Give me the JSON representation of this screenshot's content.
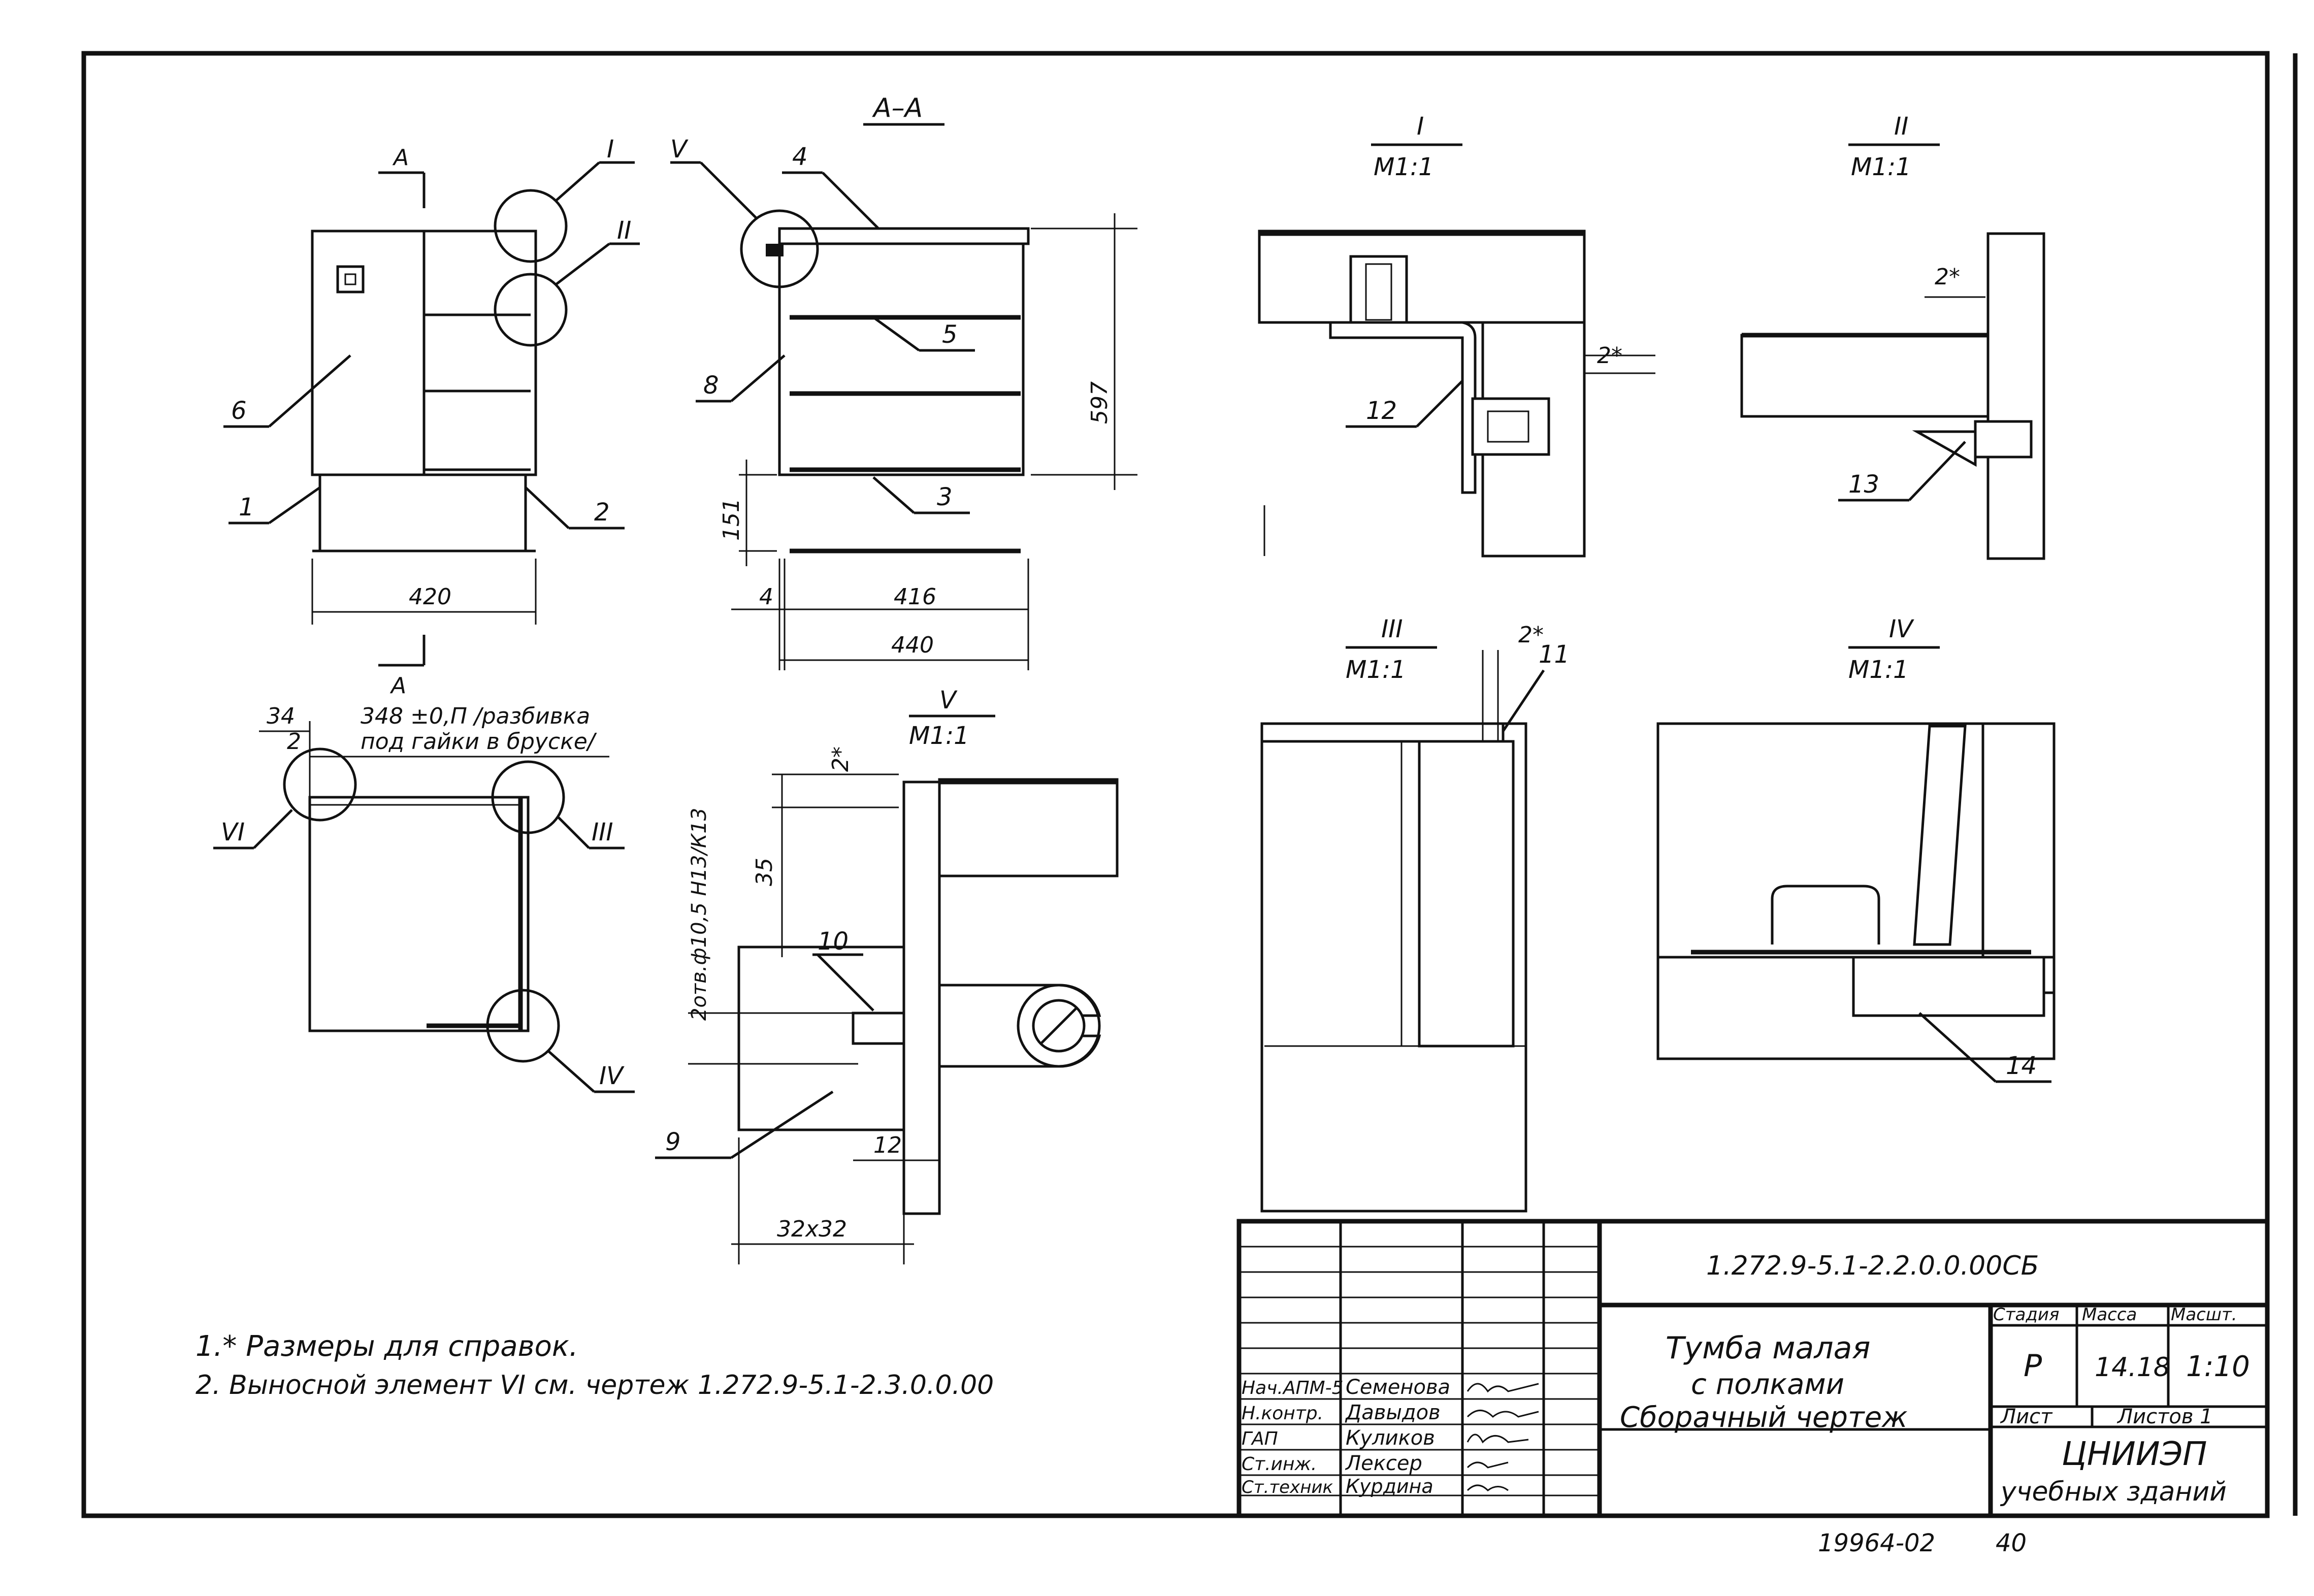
{
  "labels": {
    "section_aa": "А–А",
    "cut_mark": "А",
    "scale": "М1:1",
    "node_I": "I",
    "node_II": "II",
    "node_III": "III",
    "node_IV": "IV",
    "node_V": "V",
    "node_VI": "VI",
    "p1": "1",
    "p2": "2",
    "p3": "3",
    "p4": "4",
    "p5": "5",
    "p6": "6",
    "p8": "8",
    "p9": "9",
    "p10": "10",
    "p11": "11",
    "p12": "12",
    "p13": "13",
    "p14": "14"
  },
  "dimensions": {
    "d420": "420",
    "d416": "416",
    "d440": "440",
    "d4": "4",
    "d151": "151",
    "d597": "597",
    "d34": "34",
    "d2": "2",
    "d2star": "2*",
    "d35": "35",
    "d12": "12",
    "d32x32": "32x32",
    "holes_note": "348 ±0,П /разбивка",
    "holes_note2": "под гайки в бруске/",
    "holes_v": "2отв.ф10,5 Н13/К13"
  },
  "notes": {
    "n1": "1.* Размеры для справок.",
    "n2": "2. Выносной элемент VI см. чертеж 1.272.9-5.1-2.3.0.0.00"
  },
  "title_block": {
    "code": "1.272.9-5.1-2.2.0.0.00СБ",
    "name1": "Тумба малая",
    "name2": "с полками",
    "name3": "Сборачный чертеж",
    "stage_h": "Стадия",
    "mass_h": "Масса",
    "scale_h": "Масшт.",
    "stage": "Р",
    "mass": "14.18",
    "scale": "1:10",
    "sheet_h": "Лист",
    "sheets_h": "Листов 1",
    "org1": "ЦНИИЭП",
    "org2": "учебных зданий",
    "roles": [
      "Нач.АПМ-5",
      "Н.контр.",
      "ГАП",
      "Ст.инж.",
      "Ст.техник"
    ],
    "names": [
      "Семенова",
      "Давыдов",
      "Куликов",
      "Лексер",
      "Курдина"
    ]
  },
  "footer": {
    "inv": "19964-02",
    "page": "40"
  }
}
